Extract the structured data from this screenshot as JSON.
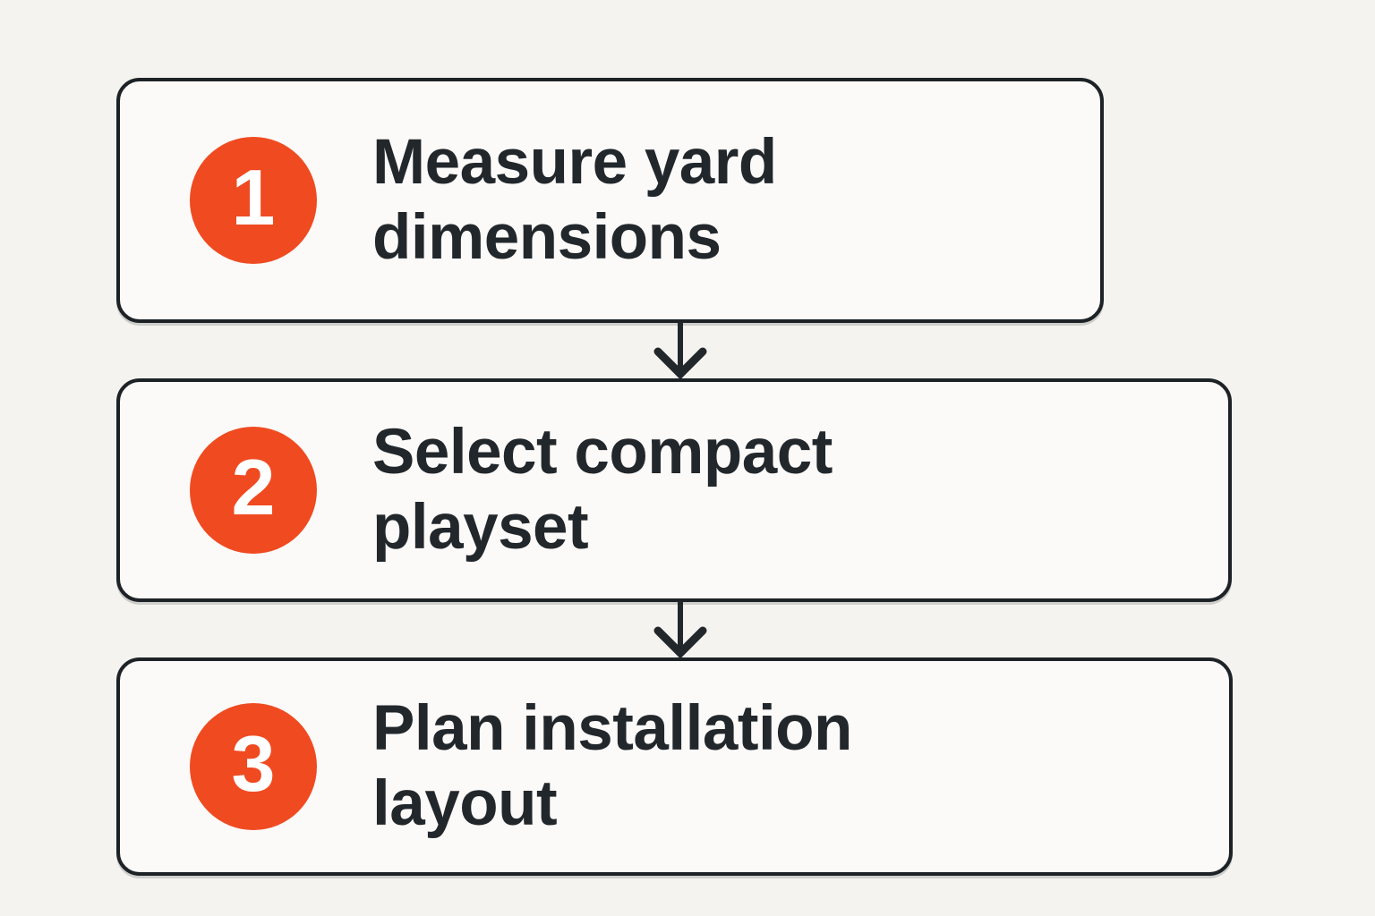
{
  "flowchart": {
    "type": "vertical-step-flow",
    "steps": [
      {
        "number": "1",
        "label": "Measure yard\ndimensions"
      },
      {
        "number": "2",
        "label": "Select compact\nplayset"
      },
      {
        "number": "3",
        "label": "Plan installation\nlayout"
      }
    ],
    "connectors": [
      {
        "from": "1",
        "to": "2",
        "direction": "down"
      },
      {
        "from": "2",
        "to": "3",
        "direction": "down"
      }
    ],
    "colors": {
      "accent_orange": "#F04A21",
      "ink": "#22272C",
      "box_border": "#1D2226",
      "box_fill": "#FBFAF8",
      "page_background": "#F4F3EF",
      "badge_text": "#FFFFFF"
    }
  }
}
